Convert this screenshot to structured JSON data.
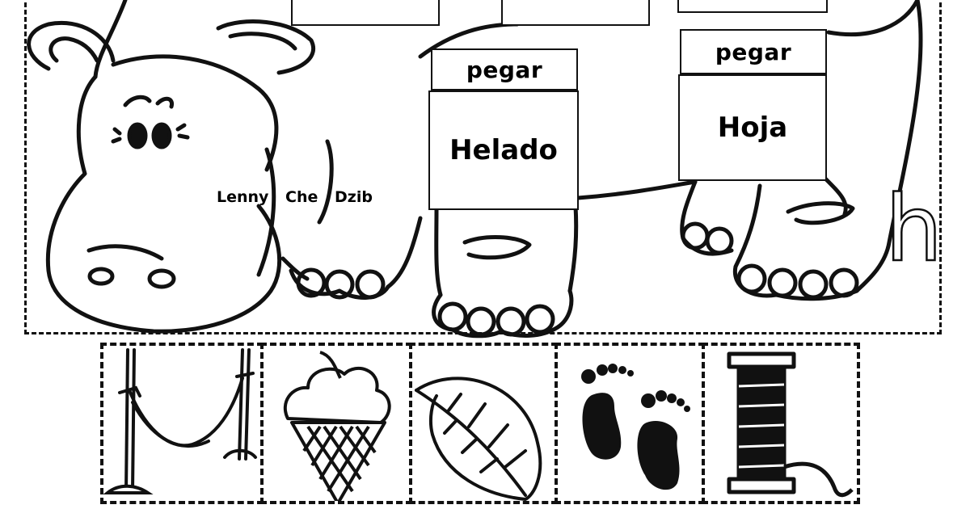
{
  "worksheet": {
    "author": "Lenny Che Dzib",
    "target_letter": "h",
    "paste_label": "pegar",
    "words": [
      "Helado",
      "Hoja"
    ],
    "picture_cards": [
      {
        "icon": "hammock-icon"
      },
      {
        "icon": "ice-cream-icon"
      },
      {
        "icon": "leaf-icon"
      },
      {
        "icon": "footprints-icon"
      },
      {
        "icon": "thread-spool-icon"
      }
    ]
  }
}
